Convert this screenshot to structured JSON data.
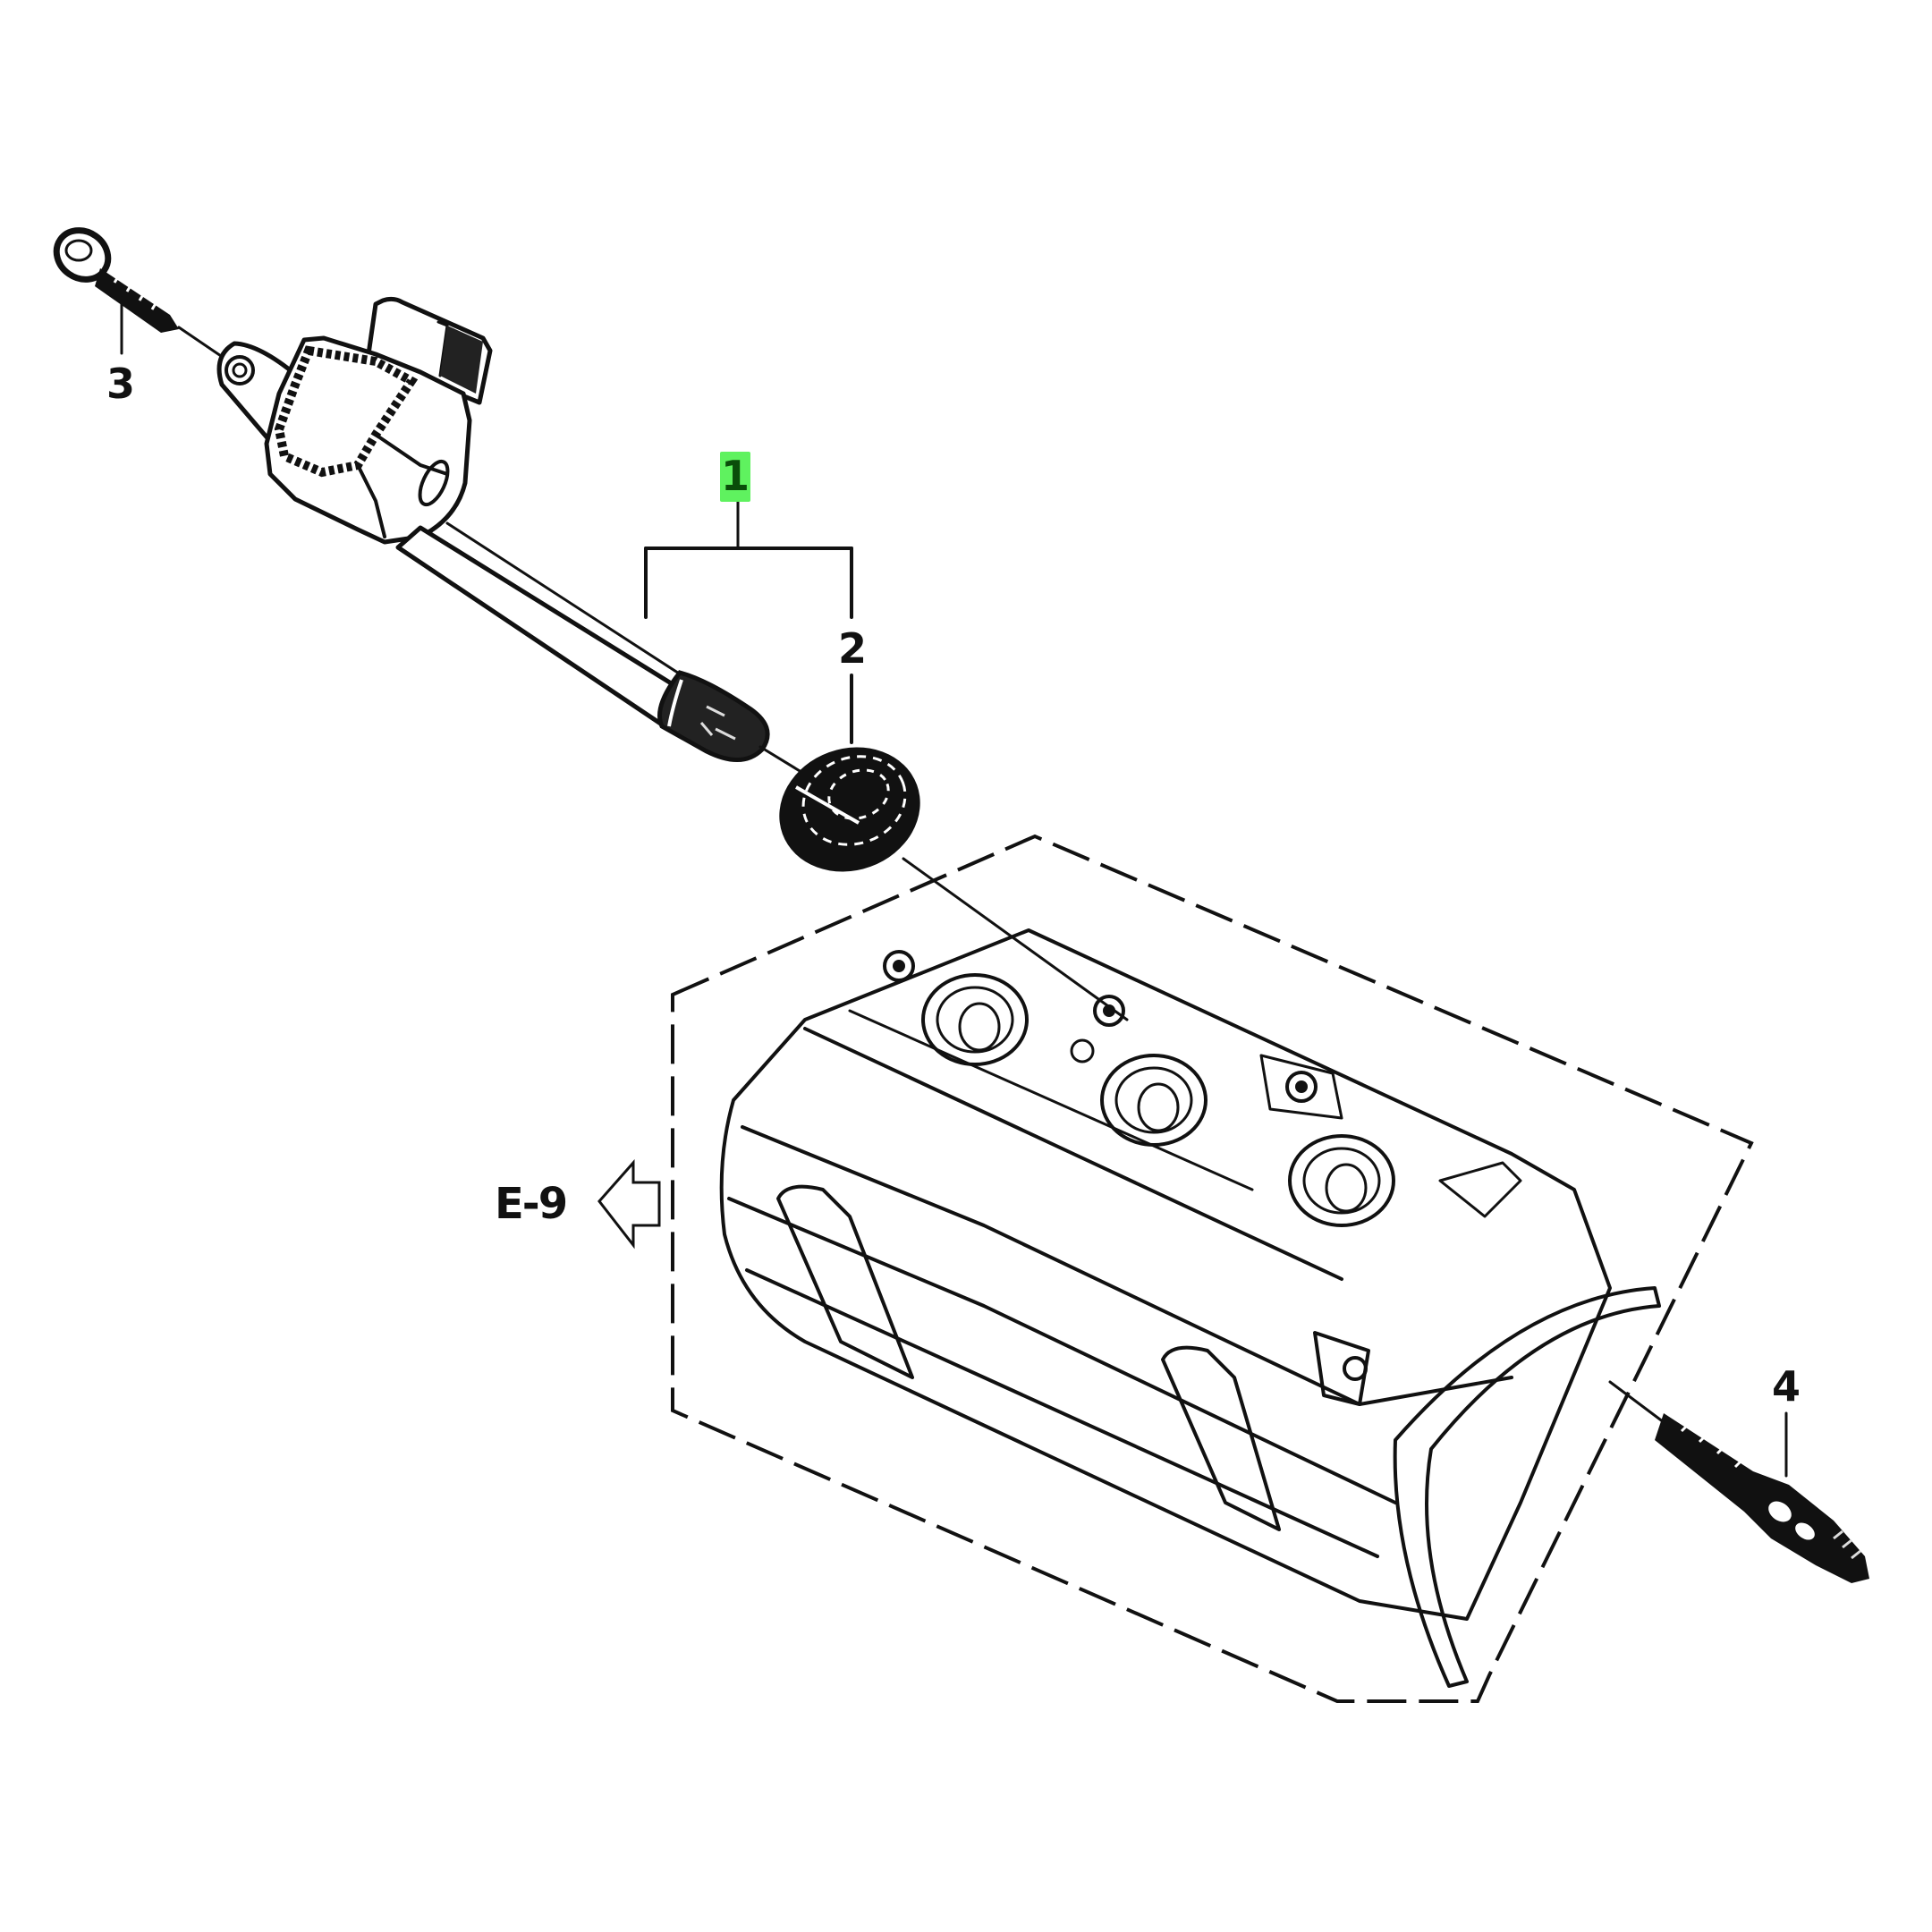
{
  "diagram": {
    "type": "exploded-parts-diagram",
    "subject": "ignition coil assembly",
    "background_color": "#ffffff",
    "line_color": "#111111",
    "highlight_color": "#5ff25f"
  },
  "callouts": [
    {
      "id": "1",
      "label": "1",
      "highlighted": true
    },
    {
      "id": "2",
      "label": "2",
      "highlighted": false
    },
    {
      "id": "3",
      "label": "3",
      "highlighted": false
    },
    {
      "id": "4",
      "label": "4",
      "highlighted": false
    }
  ],
  "reference": {
    "label": "E-9",
    "arrow_direction": "left"
  },
  "parts": [
    {
      "callout": "1",
      "name": "ignition-coil-assembly"
    },
    {
      "callout": "2",
      "name": "coil-boot-seal"
    },
    {
      "callout": "3",
      "name": "flange-bolt"
    },
    {
      "callout": "4",
      "name": "spark-plug"
    }
  ]
}
